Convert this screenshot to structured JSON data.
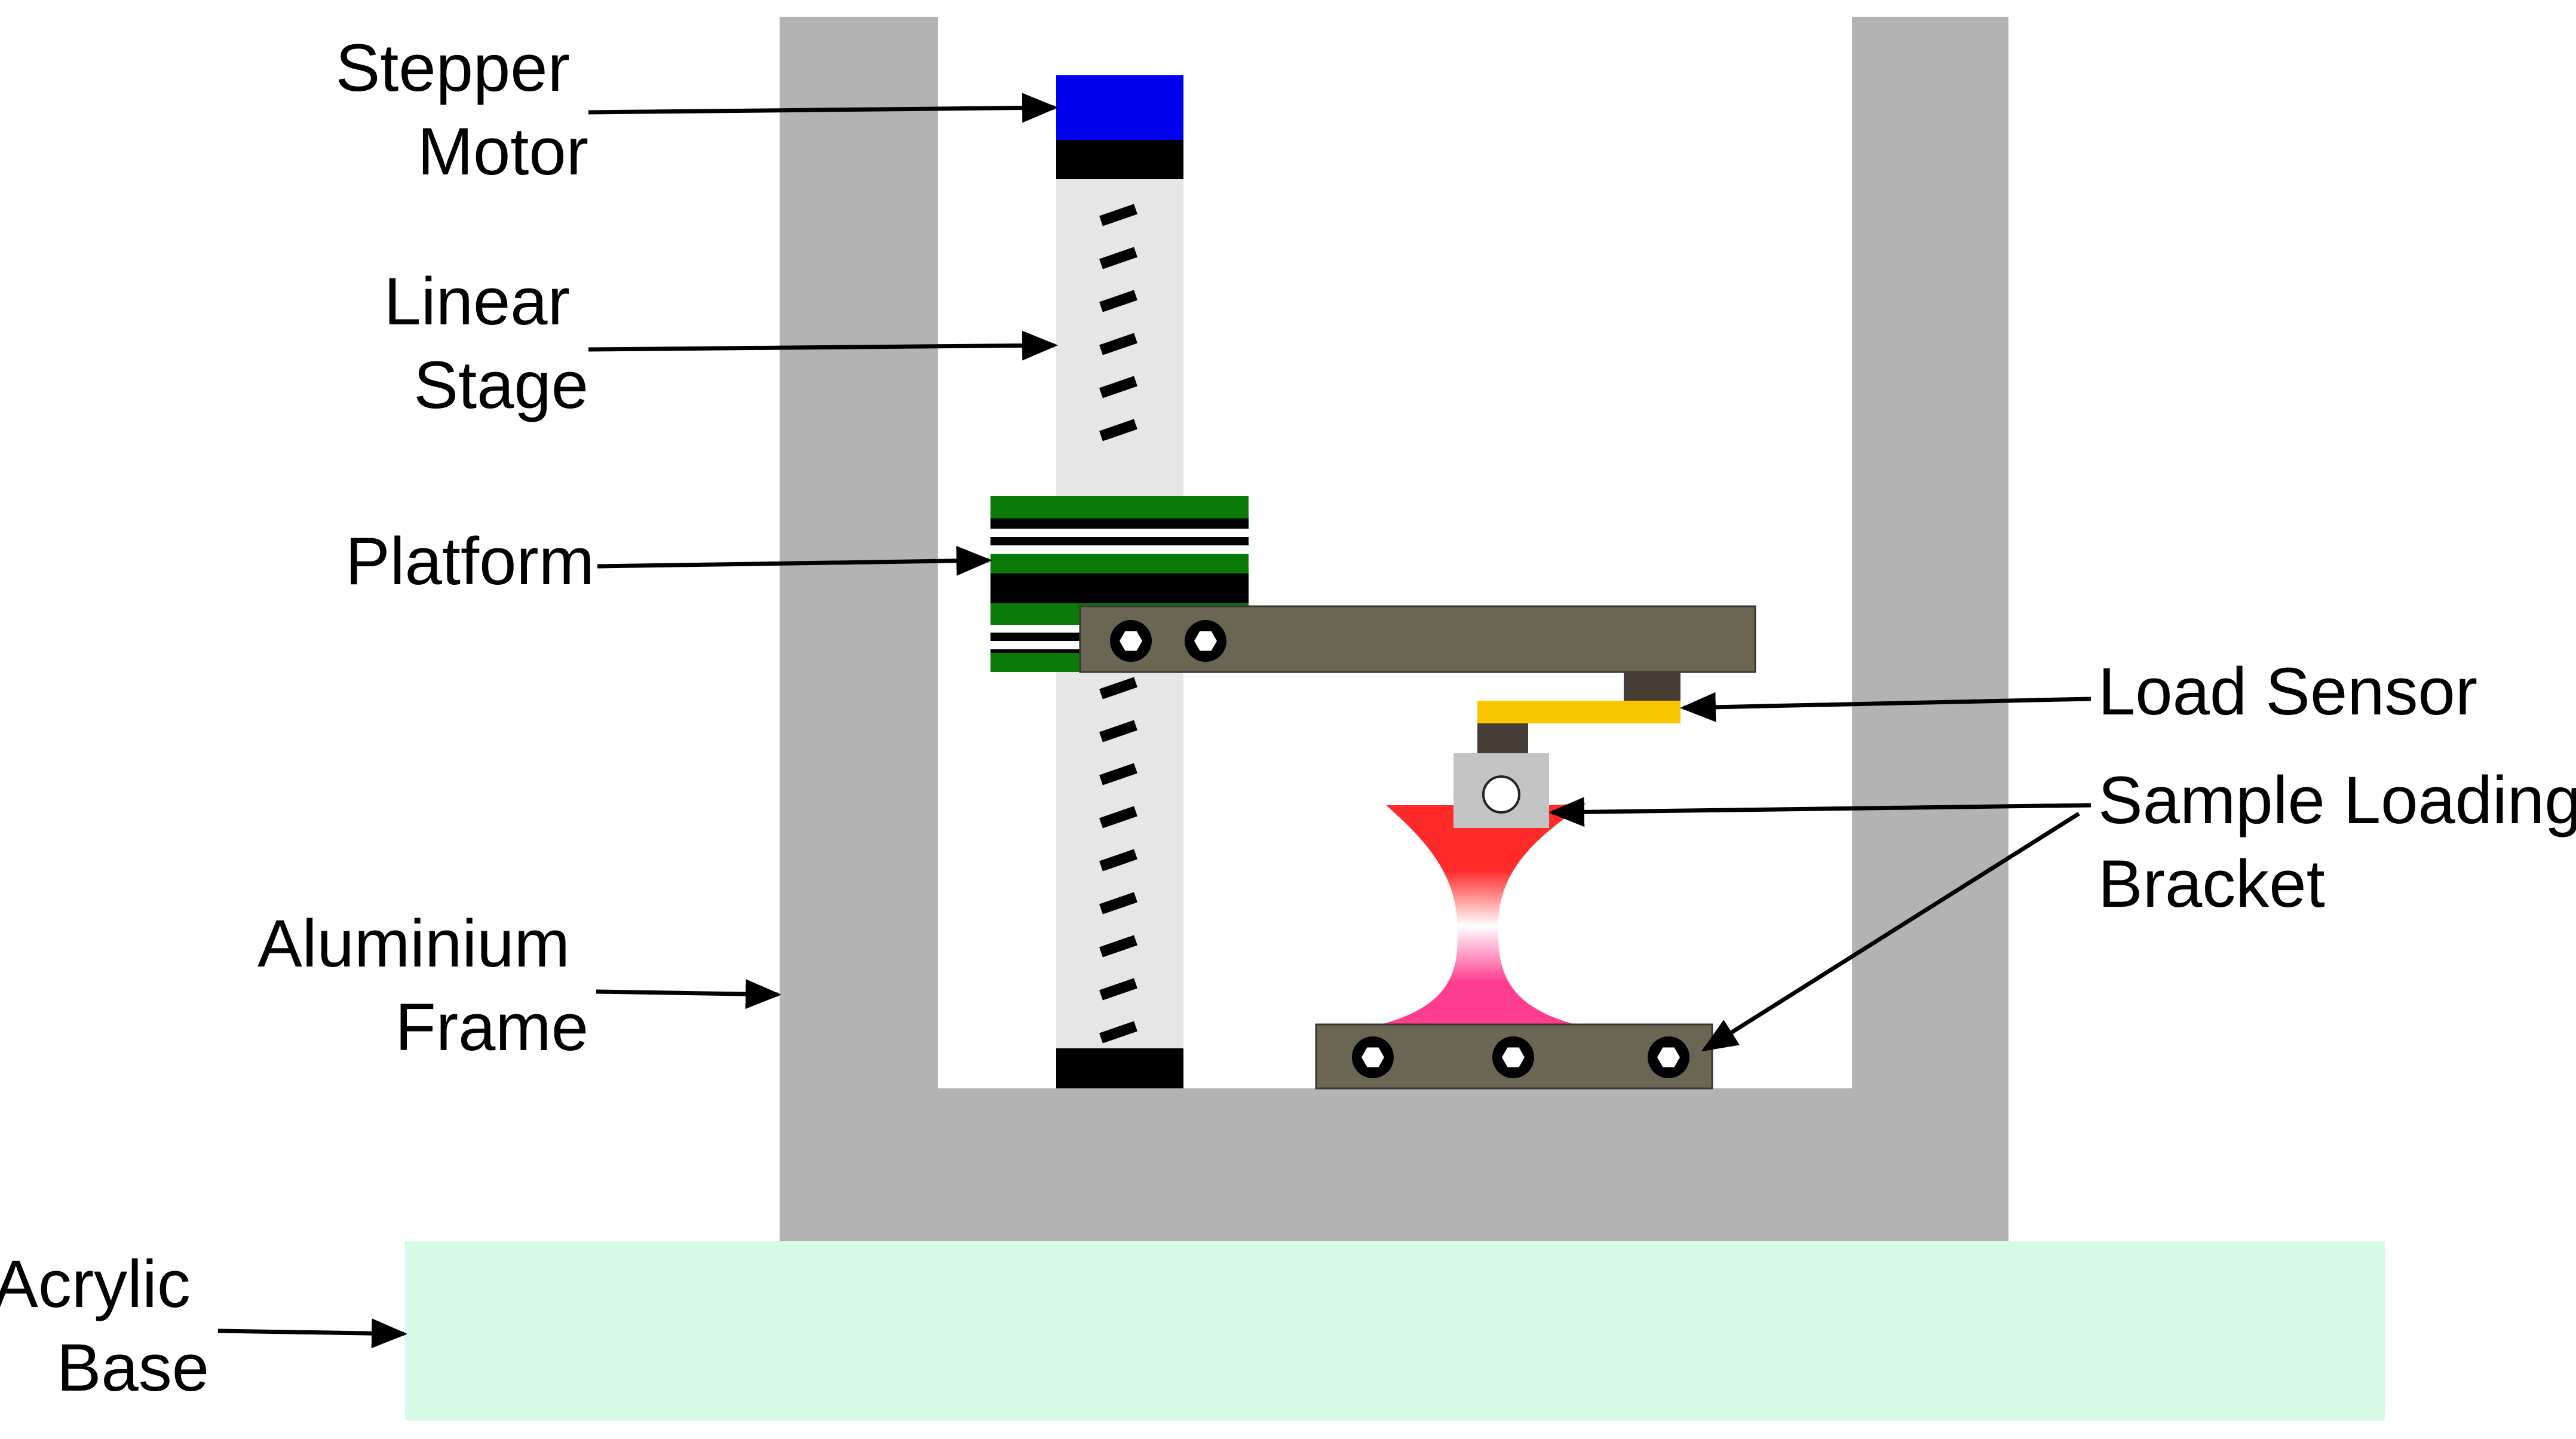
{
  "labels": {
    "stepper_motor": [
      "Stepper",
      "Motor"
    ],
    "linear_stage": [
      "Linear",
      "Stage"
    ],
    "platform": [
      "Platform"
    ],
    "load_sensor": [
      "Load Sensor"
    ],
    "sample_loading_bracket": [
      "Sample Loading",
      "Bracket"
    ],
    "aluminium_frame": [
      "Aluminium",
      "Frame"
    ],
    "acrylic_base": [
      "Acrylic",
      "Base"
    ]
  },
  "colors": {
    "frame": "#b3b3b3",
    "base": "#d5fbe7",
    "motor": "#0000ee",
    "stage": "#e6e6e6",
    "platform_green": "#0a7a0a",
    "arm": "#6b6553",
    "sensor": "#f7c600",
    "mount": "#463d36",
    "clamp": "#c4c4c4",
    "sample_top": "#ff2a2a",
    "sample_bottom": "#ff3d8f"
  }
}
